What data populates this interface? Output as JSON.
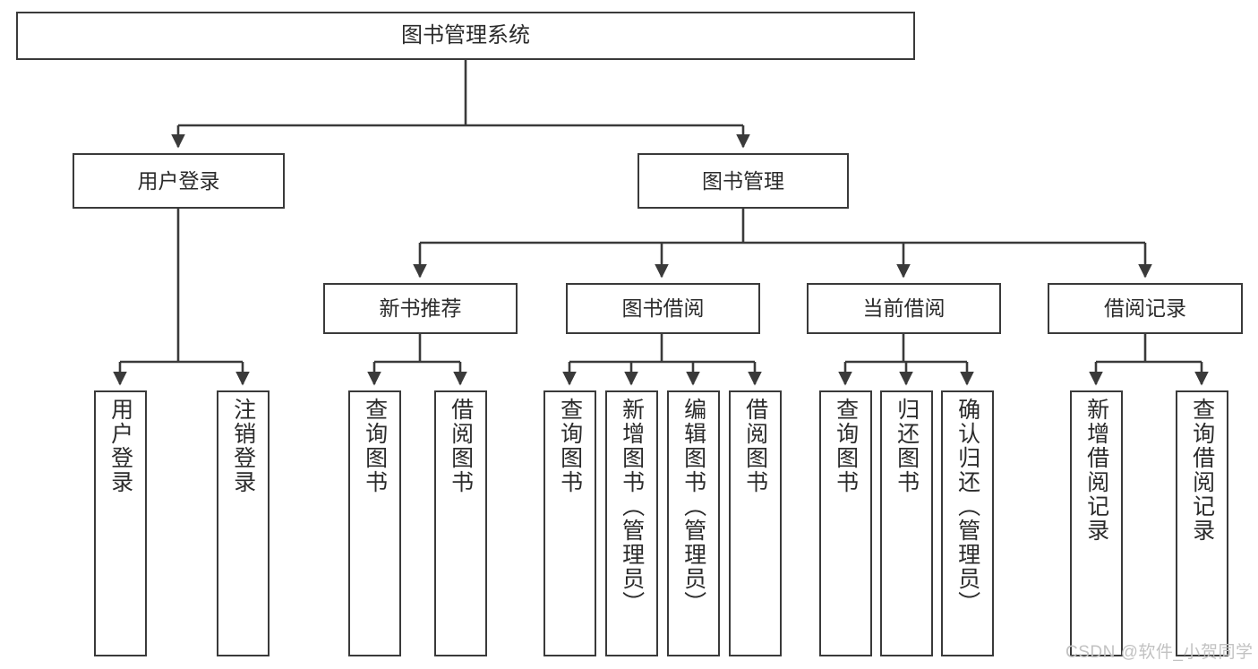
{
  "diagram": {
    "type": "tree",
    "title": "图书管理系统",
    "watermark": "CSDN @软件_小贺同学",
    "colors": {
      "box_border": "#3a3a3a",
      "box_fill": "#ffffff",
      "connector": "#3a3a3a",
      "text": "#2b2b2b",
      "watermark": "#c2c2c2",
      "background": "#ffffff"
    },
    "nodes": {
      "root": {
        "label": "图书管理系统"
      },
      "level2": [
        {
          "id": "user-login",
          "label": "用户登录"
        },
        {
          "id": "book-management",
          "label": "图书管理"
        }
      ],
      "level3": [
        {
          "id": "new-book-recommend",
          "label": "新书推荐"
        },
        {
          "id": "book-borrow",
          "label": "图书借阅"
        },
        {
          "id": "current-borrow",
          "label": "当前借阅"
        },
        {
          "id": "borrow-record",
          "label": "借阅记录"
        }
      ],
      "leaves": {
        "user_login": [
          {
            "id": "leaf-user-login",
            "label": "用户登录"
          },
          {
            "id": "leaf-logout-login",
            "label": "注销登录"
          }
        ],
        "new_book_recommend": [
          {
            "id": "leaf-query-book-1",
            "label": "查询图书"
          },
          {
            "id": "leaf-borrow-book-1",
            "label": "借阅图书"
          }
        ],
        "book_borrow": [
          {
            "id": "leaf-query-book-2",
            "label": "查询图书"
          },
          {
            "id": "leaf-add-book",
            "label": "新增图书（管理员）"
          },
          {
            "id": "leaf-edit-book",
            "label": "编辑图书（管理员）"
          },
          {
            "id": "leaf-borrow-book-2",
            "label": "借阅图书"
          }
        ],
        "current_borrow": [
          {
            "id": "leaf-query-book-3",
            "label": "查询图书"
          },
          {
            "id": "leaf-return-book",
            "label": "归还图书"
          },
          {
            "id": "leaf-confirm-return",
            "label": "确认归还（管理员）"
          }
        ],
        "borrow_record": [
          {
            "id": "leaf-add-borrow-record",
            "label": "新增借阅记录"
          },
          {
            "id": "leaf-query-borrow-record",
            "label": "查询借阅记录"
          }
        ]
      }
    }
  }
}
